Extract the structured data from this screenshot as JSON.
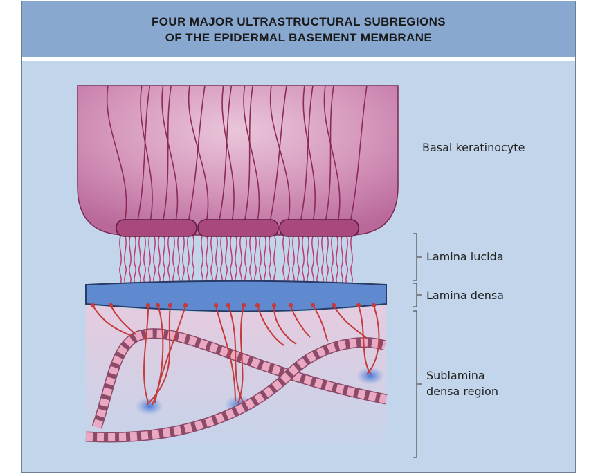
{
  "title": {
    "line1": "FOUR MAJOR ULTRASTRUCTURAL SUBREGIONS",
    "line2": "OF THE EPIDERMAL BASEMENT MEMBRANE"
  },
  "labels": {
    "basal_keratinocyte": "Basal keratinocyte",
    "lamina_lucida": "Lamina lucida",
    "lamina_densa": "Lamina densa",
    "sublamina_line1": "Sublamina",
    "sublamina_line2": "densa region"
  },
  "colors": {
    "panel_bg": "#c3d5ea",
    "header_bg": "#88a8d0",
    "cell_fill": "#c67aa6",
    "filament": "#8a2a55",
    "hemidesmosome": "#a9487c",
    "lamina_densa": "#5f8ad0",
    "anchoring_fibril": "#c53a3a",
    "collagen_fiber": "#e7a3bd",
    "anchoring_plaque": "#4f7fd6"
  }
}
